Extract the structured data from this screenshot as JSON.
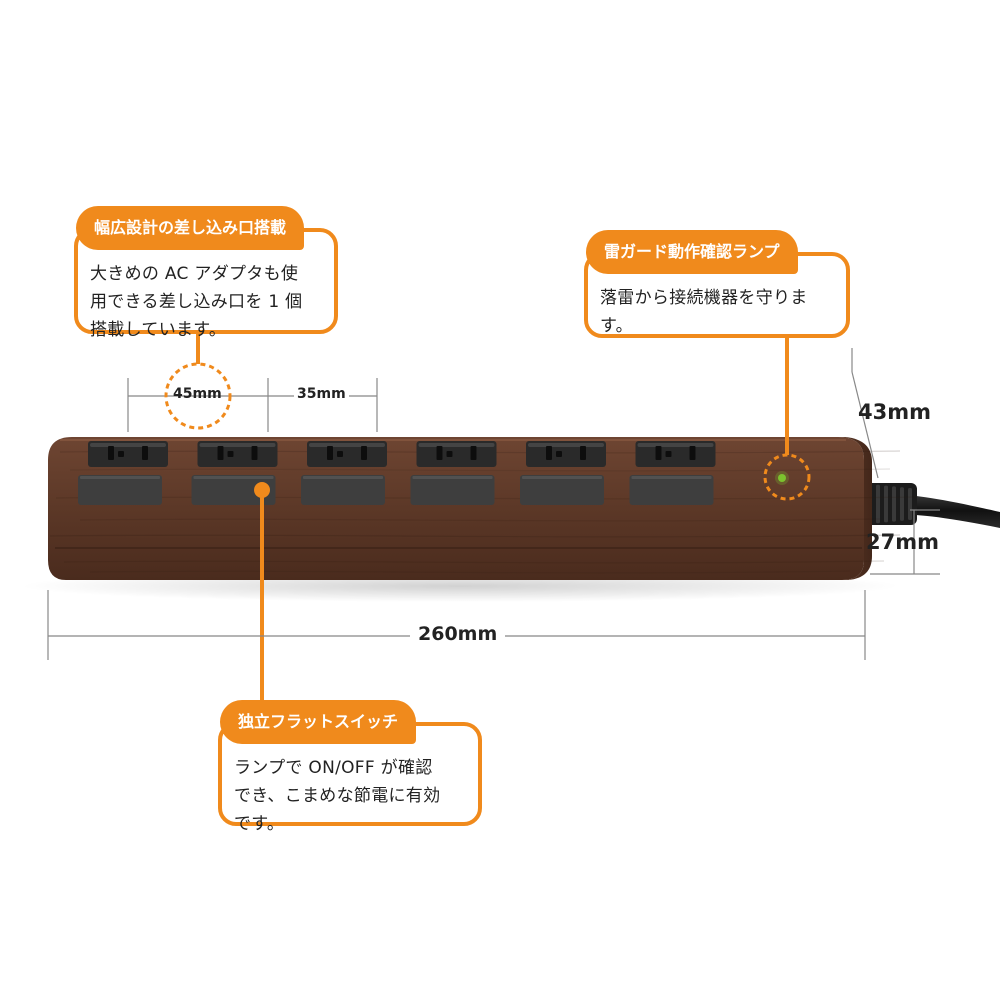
{
  "callouts": {
    "wide_outlet": {
      "title": "幅広設計の差し込み口搭載",
      "lines": [
        "大きめの AC アダプタも使",
        "用できる差し込み口を 1 個",
        "搭載しています。"
      ]
    },
    "surge_lamp": {
      "title": "雷ガード動作確認ランプ",
      "lines": [
        "落雷から接続機器を守りま",
        "す。"
      ]
    },
    "flat_switch": {
      "title": "独立フラットスイッチ",
      "lines": [
        "ランプで ON/OFF が確認",
        "でき、こまめな節電に有効",
        "です。"
      ]
    }
  },
  "dimensions": {
    "wide_pitch": "45mm",
    "standard_pitch": "35mm",
    "height": "43mm",
    "thickness": "27mm",
    "length": "260mm"
  },
  "product": {
    "outlet_count": 6,
    "switch_count": 6,
    "finish": "dark-wood",
    "colors": {
      "accent": "#f08a1c",
      "wood": "#5b3626",
      "switch": "#3e3e3e",
      "lamp": "#7cc22e"
    }
  }
}
